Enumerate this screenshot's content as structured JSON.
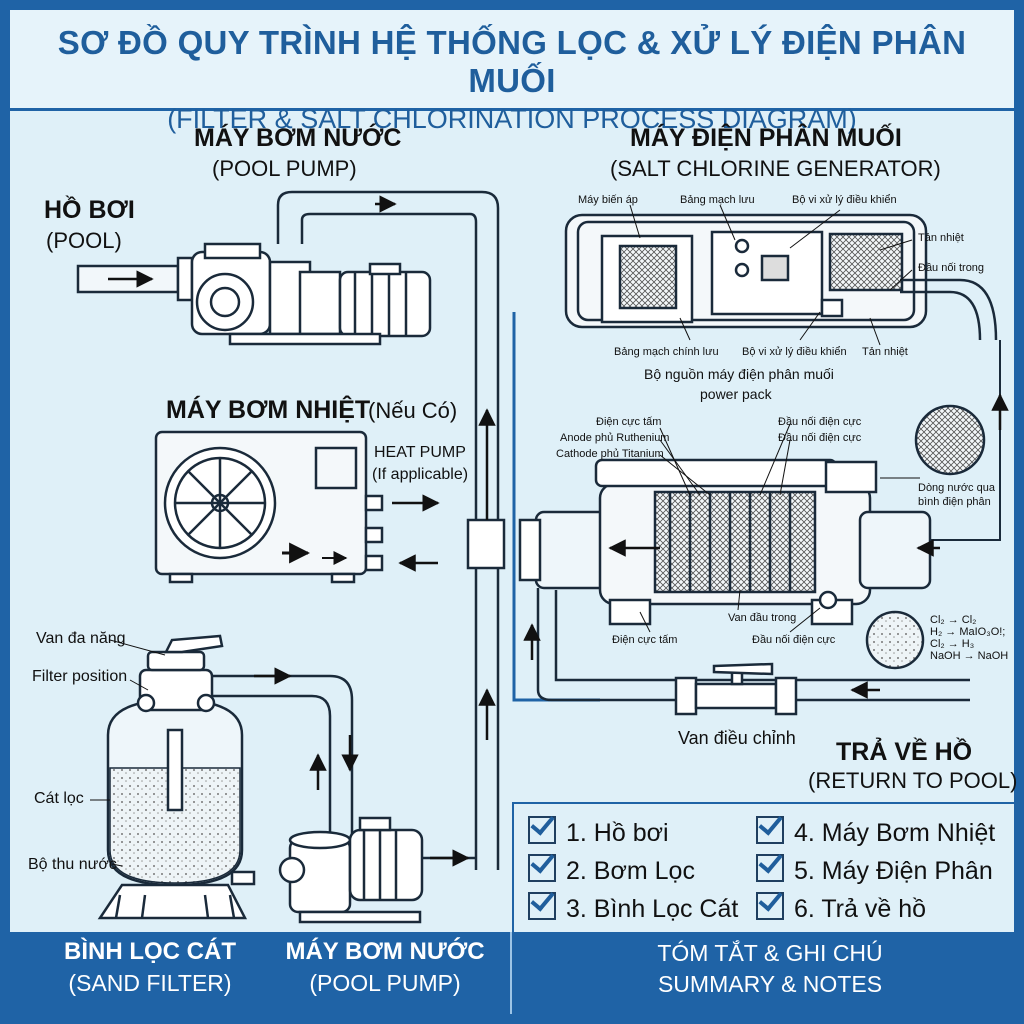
{
  "title": {
    "vi": "SƠ ĐỒ QUY TRÌNH HỆ THỐNG LỌC & XỬ LÝ ĐIỆN PHÂN MUỐI",
    "en": "(FILTER & SALT CHLORINATION PROCESS DIAGRAM)"
  },
  "pump_top": {
    "vi": "MÁY BƠM NƯỚC",
    "en": "(POOL PUMP)"
  },
  "pool": {
    "vi": "HỒ BƠI",
    "en": "(POOL)"
  },
  "heat_pump": {
    "vi": "MÁY BƠM NHIỆT",
    "note": "(Nếu Có)",
    "en1": "HEAT PUMP",
    "en2": "(If applicable)"
  },
  "sand_filter_parts": {
    "valve": "Van đa năng",
    "position": "Filter position",
    "sand": "Cát lọc",
    "collector": "Bộ thu nước"
  },
  "chlorinator": {
    "vi": "MÁY ĐIỆN PHÂN MUỐI",
    "en": "(SALT CHLORINE GENERATOR)"
  },
  "control_box": {
    "transformer": "Máy biến áp",
    "circuit_board": "Bảng mạch lưu",
    "controller": "Bộ vi xử lý điều khiển",
    "heatsink_top": "Tản nhiệt",
    "connector_top": "Đầu nối trong",
    "main_board": "Bảng mạch chính lưu",
    "controller_bottom": "Bộ vi xử lý điều khiển",
    "heatsink_bottom": "Tản nhiệt",
    "power_pack_vi": "Bộ nguồn máy điện phân muối",
    "power_pack_en": "power pack"
  },
  "cell": {
    "plate_electrode": "Điện cực tấm",
    "anode": "Anode phủ Ruthenium",
    "cathode": "Cathode phủ Titanium",
    "terminal1": "Đầu nối điện cực",
    "terminal2": "Đầu nối điện cực",
    "flow_note1": "Dòng nước qua",
    "flow_note2": "bình điện phân",
    "inner_valve": "Van đầu trong",
    "plate_bottom": "Điện cực tấm",
    "terminal_bottom": "Đầu nối điện cực",
    "chem1": "Cl₂ → Cl₂",
    "chem2": "H₂ → MaIO₃O!;",
    "chem3": "Cl₂ → H₃",
    "chem4": "NaOH → NaOH"
  },
  "adjust_valve": "Van điều chỉnh",
  "return_pool": {
    "vi": "TRẢ VỀ HỒ",
    "en": "(RETURN TO POOL)"
  },
  "summary": {
    "items": [
      "1. Hồ bơi",
      "2. Bơm Lọc",
      "3. Bình Lọc Cát",
      "4. Máy Bơm Nhiệt",
      "5. Máy Điện Phân",
      "6. Trả về hồ"
    ]
  },
  "footer": {
    "sand_vi": "BÌNH LỌC CÁT",
    "sand_en": "(SAND FILTER)",
    "pump_vi": "MÁY BƠM NƯỚC",
    "pump_en": "(POOL PUMP)",
    "notes_vi": "TÓM TẮT & GHI CHÚ",
    "notes_en": "SUMMARY & NOTES"
  },
  "colors": {
    "brand_blue": "#1f63a6",
    "background": "#dff0f8",
    "line": "#1a2a3a"
  }
}
